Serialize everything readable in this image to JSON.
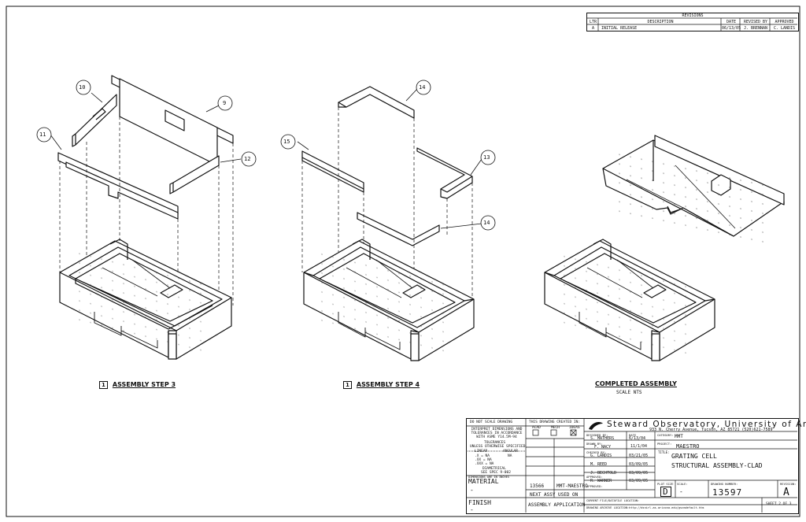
{
  "revisions": {
    "title": "REVISIONS",
    "headers": [
      "LTR",
      "DESCRIPTION",
      "DATE",
      "REVISED BY",
      "APPROVED"
    ],
    "rows": [
      {
        "ltr": "A",
        "description": "INITIAL RELEASE",
        "date": "06/13/05",
        "revised_by": "J. BRENNAN",
        "approved": "C. LANDIS"
      }
    ]
  },
  "views": {
    "step3": {
      "marker": "1",
      "label": "ASSEMBLY STEP 3"
    },
    "step4": {
      "marker": "1",
      "label": "ASSEMBLY STEP 4"
    },
    "completed": {
      "label": "COMPLETED ASSEMBLY",
      "scale": "SCALE NTS"
    }
  },
  "balloons": [
    "10",
    "9",
    "11",
    "12",
    "14",
    "15",
    "13",
    "14"
  ],
  "title_block": {
    "notes": {
      "do_not_scale": "DO NOT SCALE DRAWING",
      "interpret": "INTERPRET DIMENSIONS AND TOLERANCES IN ACCORDANCE WITH ASME Y14.5M-94",
      "tolerances": "TOLERANCES",
      "unless": "UNLESS OTHERWISE SPECIFIED",
      "linear": "LINEAR",
      "angular": "ANGULAR",
      "tol_x": ".X  = NA",
      "tol_xx": ".XX = NA",
      "tol_xxx": ".XXX = NA",
      "tol_ang": "NA",
      "diametrical": "DIAMETRICAL",
      "see_spec": "SEE SPEC 9-002",
      "dims": "DIMENSIONS ARE IN INCHES"
    },
    "created_in": {
      "title": "THIS DRAWING CREATED IN:",
      "options": [
        "ACAD",
        "MECH",
        "IDEAS"
      ],
      "checked": "IDEAS"
    },
    "material_label": "MATERIAL",
    "material_value": "-",
    "finish_label": "FINISH",
    "finish_value": "-",
    "next_assy_number": "13566",
    "next_assy_project": "MMT-MAESTRO",
    "next_assy_label": "NEXT ASSY",
    "used_on_label": "USED ON",
    "assembly_application": "ASSEMBLY APPLICATION",
    "org": {
      "name": "Steward Observatory, University of Arizona",
      "address": "933 N. Cherry Avenue, Tucson, AZ 85721   (520)621-7589"
    },
    "signoffs": [
      {
        "role": "DESIGNED BY:",
        "name": "S. MATHERS",
        "date": "6/13/04"
      },
      {
        "role": "DRAWN BY:",
        "name": "F. NACY",
        "date": "11/1/04"
      },
      {
        "role": "CHECKED BY:",
        "name": "G. LANDIS",
        "date": "03/21/05"
      },
      {
        "role": "",
        "name": "M. REED",
        "date": "03/09/05"
      },
      {
        "role": "",
        "name": "J. BECHTOLD",
        "date": "03/09/05"
      },
      {
        "role": "APPROVED:",
        "name": "R. WARNER",
        "date": "03/09/05"
      },
      {
        "role": "APPROVED:",
        "name": "",
        "date": ""
      }
    ],
    "date_label": "DATE",
    "category_label": "CATEGORY:",
    "category_value": "MMT",
    "project_label": "PROJECT:",
    "project_value": "MAESTRO",
    "title_label": "TITLE:",
    "title_line1": "GRATING CELL",
    "title_line2": "STRUCTURAL ASSEMBLY-CLAD",
    "plot_size_label": "PLOT SIZE",
    "plot_size": "D",
    "scale_label": "SCALE:",
    "scale_value": "-",
    "drawing_number_label": "DRAWING NUMBER:",
    "drawing_number": "13597",
    "revision_label": "REVISION:",
    "revision": "A",
    "sheet": "SHEET 2 OF 3",
    "current_file": "CURRENT FILE/DATAFILE LOCATION:",
    "archive": "DRAWING ARCHIVE LOCATION:http://dsnirl.as.arizona.edu/gscmdefault.htm"
  }
}
